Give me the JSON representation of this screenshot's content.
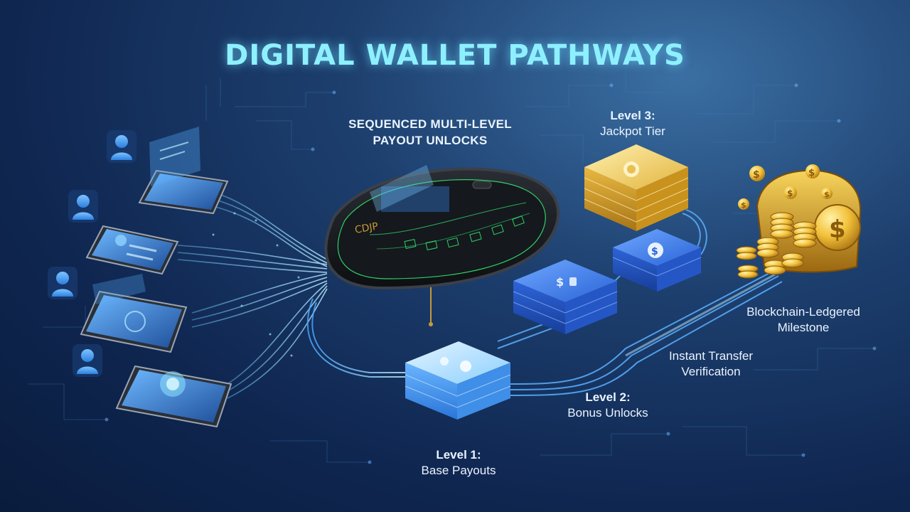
{
  "title": "DIGITAL WALLET PATHWAYS",
  "subtitle_line1": "SEQUENCED MULTI-LEVEL",
  "subtitle_line2": "PAYOUT UNLOCKS",
  "levels": [
    {
      "heading": "Level 1:",
      "caption": "Base Payouts"
    },
    {
      "heading": "Level 2:",
      "caption": "Bonus Unlocks"
    },
    {
      "heading": "Level 3:",
      "caption": "Jackpot Tier"
    }
  ],
  "annotations": {
    "transfer_line1": "Instant Transfer",
    "transfer_line2": "Verification",
    "ledger_line1": "Blockchain-Ledgered",
    "ledger_line2": "Milestone"
  },
  "table_text": "CDJP",
  "icons": [
    "user-icon",
    "tablet-icon",
    "dollar-icon",
    "coin-icon",
    "gaming-table-icon",
    "treasure-chest-icon"
  ],
  "colors": {
    "title": "#8ef0ff",
    "stream": "#5ec8ff",
    "level1": "#7cc8ff",
    "level2": "#2f6fe0",
    "level3": "#f2c94c",
    "gold": "#ffcc33",
    "table_felt": "#15181c"
  }
}
